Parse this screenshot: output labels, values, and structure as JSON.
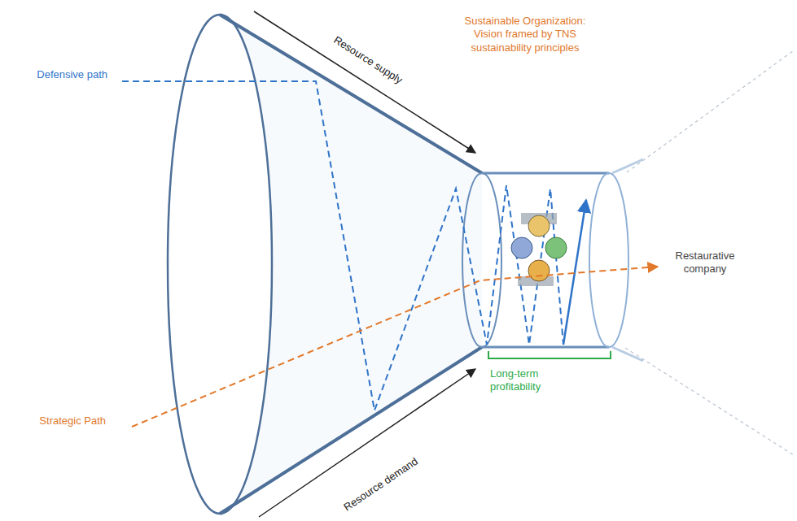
{
  "diagram": {
    "labels": [
      "Defensive path",
      "Resource supply",
      "Sustainable Organization: Vision framed by TNS sustainability principles",
      "Restaurative company",
      "Strategic Path",
      "Long-term profitability",
      "Resource demand"
    ]
  }
}
